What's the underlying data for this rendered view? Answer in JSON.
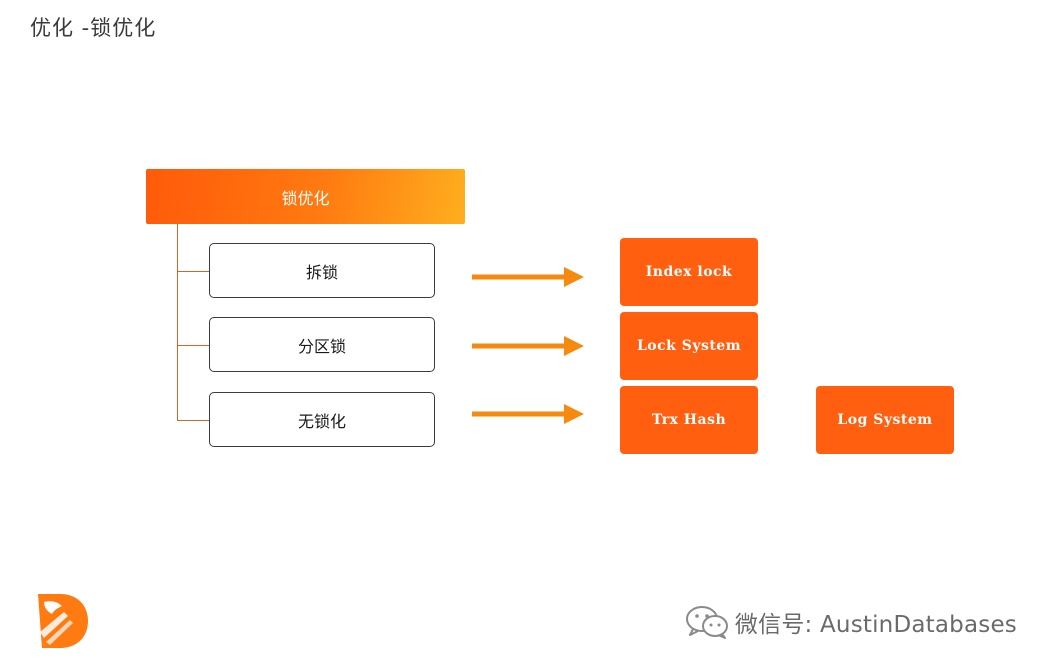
{
  "title": "优化 -锁优化",
  "tree": {
    "root_label": "锁优化",
    "children": [
      "拆锁",
      "分区锁",
      "无锁化"
    ]
  },
  "targets": {
    "index_lock": "Index lock",
    "lock_system": "Lock System",
    "trx_hash": "Trx Hash",
    "log_system": "Log System"
  },
  "footer": {
    "wechat_text": "微信号: AustinDatabases"
  },
  "colors": {
    "accent": "#ff5f0f",
    "arrow": "#f58a0f",
    "tree_line": "#c86a2a"
  },
  "icons": [
    "logo-icon",
    "arrow-icon",
    "wechat-icon"
  ]
}
